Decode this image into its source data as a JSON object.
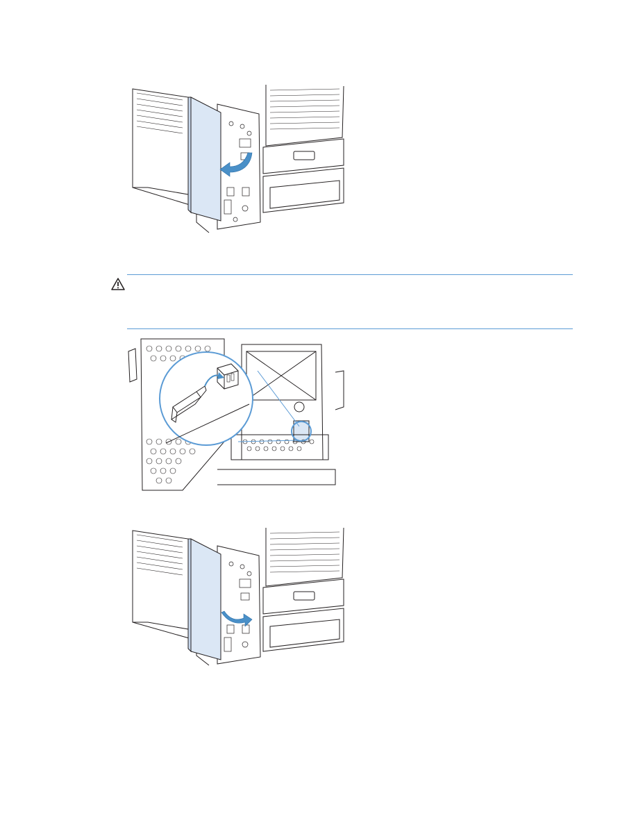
{
  "figures": [
    {
      "name": "remove-formatter-cover",
      "arrow_direction": "left"
    },
    {
      "name": "install-usb-accessory",
      "arrow_direction": "inward"
    },
    {
      "name": "reinstall-formatter-cover",
      "arrow_direction": "right"
    }
  ],
  "caution": {
    "icon": "warning-triangle-icon",
    "text": ""
  },
  "colors": {
    "accent": "#5b9bd5",
    "arrow": "#4a90c8",
    "cover": "#dbe7f5",
    "line": "#231f20"
  }
}
